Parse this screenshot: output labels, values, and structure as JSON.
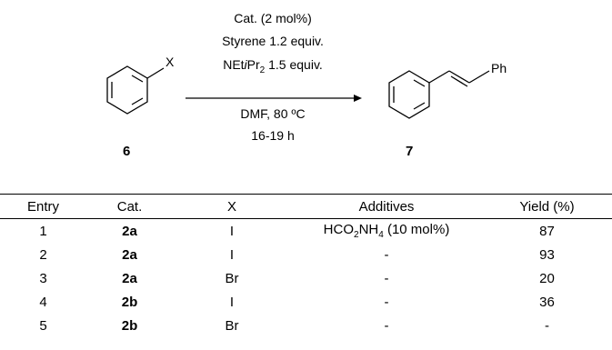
{
  "scheme": {
    "reactant_substituent": "X",
    "product_substituent": "Ph",
    "reactant_label": "6",
    "product_label": "7",
    "conditions": {
      "line1": "Cat. (2 mol%)",
      "line2": "Styrene 1.2 equiv.",
      "line3_pre": "NEt",
      "line3_ital": "i",
      "line3_mid": "Pr",
      "line3_sub": "2",
      "line3_post": " 1.5 equiv.",
      "line4": "DMF, 80 ºC",
      "line5": "16-19 h"
    }
  },
  "table": {
    "headers": [
      "Entry",
      "Cat.",
      "X",
      "Additives",
      "Yield (%)"
    ],
    "rows": [
      {
        "entry": "1",
        "cat": "2a",
        "x": "I",
        "additive_main": "HCO",
        "additive_sub1": "2",
        "additive_mid": "NH",
        "additive_sub2": "4",
        "additive_post": " (10 mol%)",
        "yield": "87"
      },
      {
        "entry": "2",
        "cat": "2a",
        "x": "I",
        "additive": "-",
        "yield": "93"
      },
      {
        "entry": "3",
        "cat": "2a",
        "x": "Br",
        "additive": "-",
        "yield": "20"
      },
      {
        "entry": "4",
        "cat": "2b",
        "x": "I",
        "additive": "-",
        "yield": "36"
      },
      {
        "entry": "5",
        "cat": "2b",
        "x": "Br",
        "additive": "-",
        "yield": "-"
      }
    ]
  }
}
